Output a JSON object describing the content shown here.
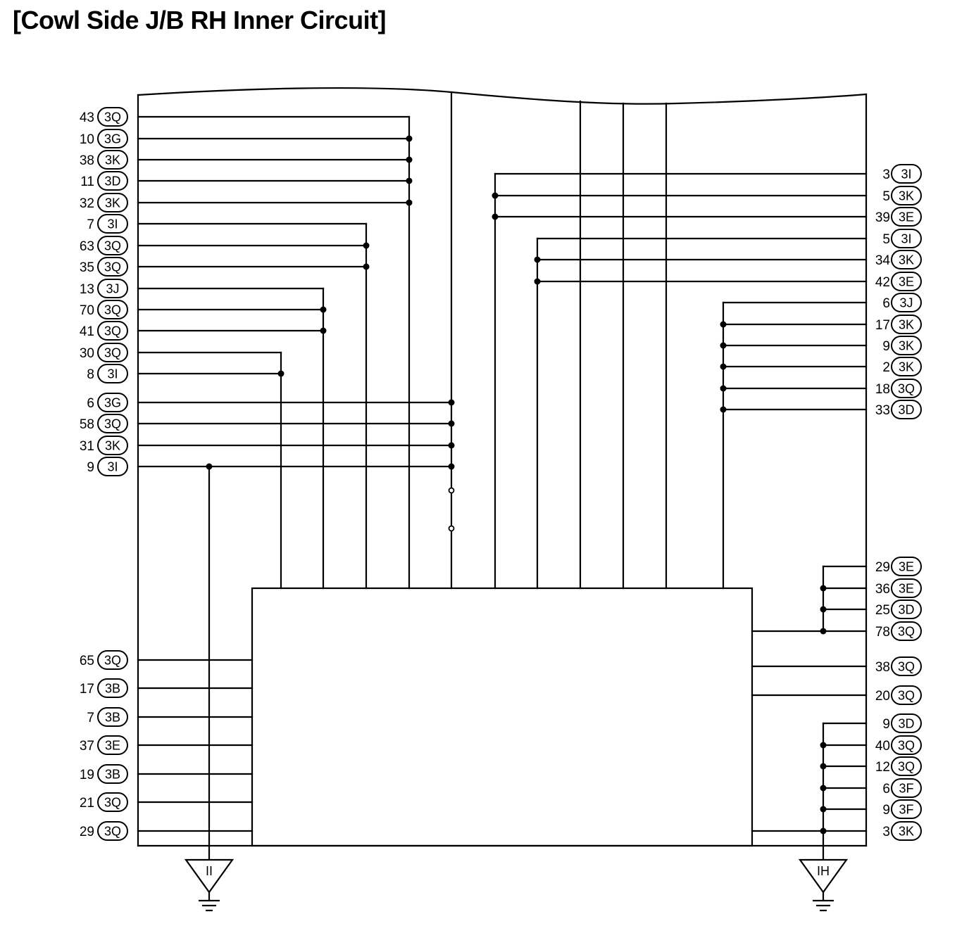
{
  "title": "[Cowl Side J/B RH Inner Circuit]",
  "left_terminals_upper": [
    {
      "pin": "43",
      "conn": "3Q"
    },
    {
      "pin": "10",
      "conn": "3G"
    },
    {
      "pin": "38",
      "conn": "3K"
    },
    {
      "pin": "11",
      "conn": "3D"
    },
    {
      "pin": "32",
      "conn": "3K"
    },
    {
      "pin": "7",
      "conn": "3I"
    },
    {
      "pin": "63",
      "conn": "3Q"
    },
    {
      "pin": "35",
      "conn": "3Q"
    },
    {
      "pin": "13",
      "conn": "3J"
    },
    {
      "pin": "70",
      "conn": "3Q"
    },
    {
      "pin": "41",
      "conn": "3Q"
    },
    {
      "pin": "30",
      "conn": "3Q"
    },
    {
      "pin": "8",
      "conn": "3I"
    },
    {
      "pin": "6",
      "conn": "3G"
    },
    {
      "pin": "58",
      "conn": "3Q"
    },
    {
      "pin": "31",
      "conn": "3K"
    },
    {
      "pin": "9",
      "conn": "3I"
    }
  ],
  "left_terminals_lower": [
    {
      "pin": "65",
      "conn": "3Q"
    },
    {
      "pin": "17",
      "conn": "3B"
    },
    {
      "pin": "7",
      "conn": "3B"
    },
    {
      "pin": "37",
      "conn": "3E"
    },
    {
      "pin": "19",
      "conn": "3B"
    },
    {
      "pin": "21",
      "conn": "3Q"
    },
    {
      "pin": "29",
      "conn": "3Q"
    }
  ],
  "right_terminals_upper": [
    {
      "pin": "3",
      "conn": "3I"
    },
    {
      "pin": "5",
      "conn": "3K"
    },
    {
      "pin": "39",
      "conn": "3E"
    },
    {
      "pin": "5",
      "conn": "3I"
    },
    {
      "pin": "34",
      "conn": "3K"
    },
    {
      "pin": "42",
      "conn": "3E"
    },
    {
      "pin": "6",
      "conn": "3J"
    },
    {
      "pin": "17",
      "conn": "3K"
    },
    {
      "pin": "9",
      "conn": "3K"
    },
    {
      "pin": "2",
      "conn": "3K"
    },
    {
      "pin": "18",
      "conn": "3Q"
    },
    {
      "pin": "33",
      "conn": "3D"
    }
  ],
  "right_terminals_lower": [
    {
      "pin": "29",
      "conn": "3E"
    },
    {
      "pin": "36",
      "conn": "3E"
    },
    {
      "pin": "25",
      "conn": "3D"
    },
    {
      "pin": "78",
      "conn": "3Q"
    },
    {
      "pin": "38",
      "conn": "3Q"
    },
    {
      "pin": "20",
      "conn": "3Q"
    },
    {
      "pin": "9",
      "conn": "3D"
    },
    {
      "pin": "40",
      "conn": "3Q"
    },
    {
      "pin": "12",
      "conn": "3Q"
    },
    {
      "pin": "6",
      "conn": "3F"
    },
    {
      "pin": "9",
      "conn": "3F"
    },
    {
      "pin": "3",
      "conn": "3K"
    }
  ],
  "grounds": [
    {
      "label": "II"
    },
    {
      "label": "IH"
    }
  ]
}
